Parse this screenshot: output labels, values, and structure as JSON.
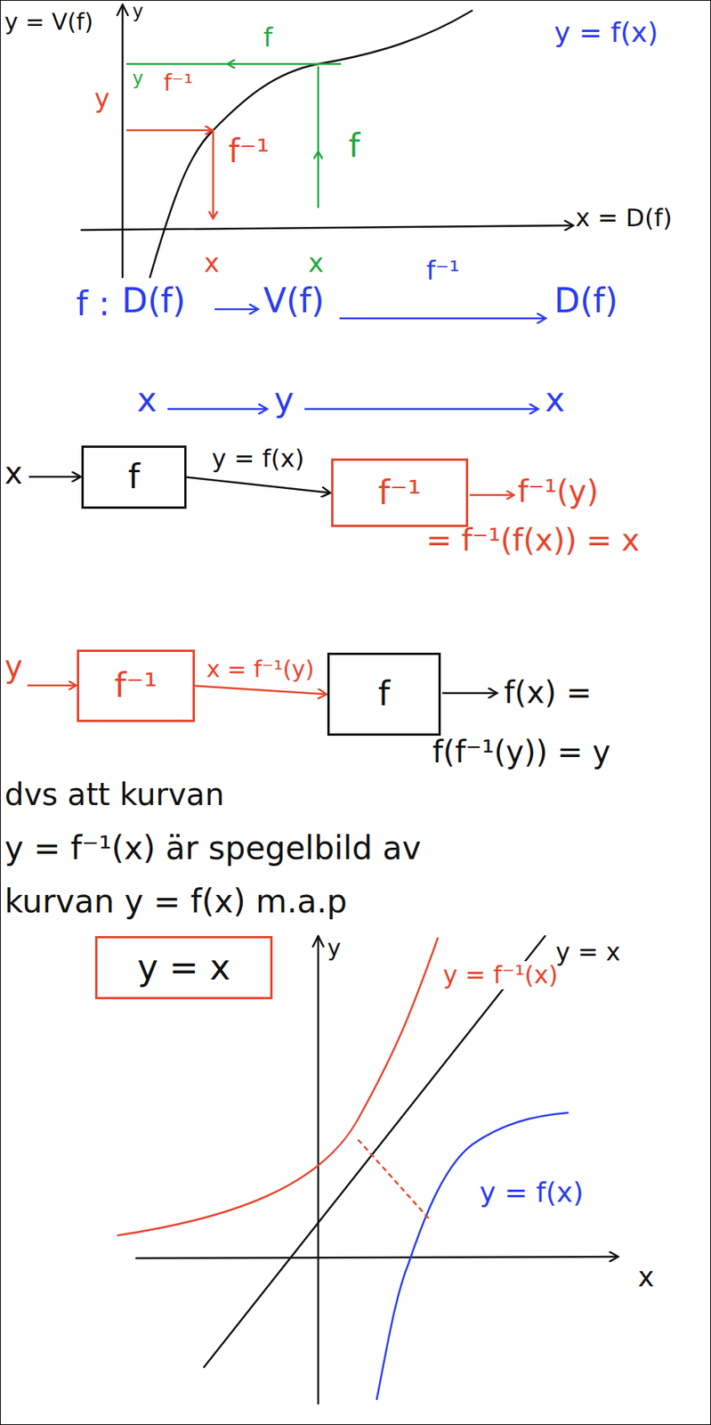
{
  "diagram": {
    "nodes": [
      {
        "text": [
          "f"
        ]
      },
      {
        "text": [
          "f⁻¹"
        ]
      },
      {
        "text": [
          "f⁻¹"
        ]
      },
      {
        "text": [
          "f"
        ]
      },
      {
        "text": [
          "y = x"
        ]
      }
    ],
    "edges": [
      {
        "from": 0,
        "to": 1,
        "arrow": "to",
        "label": "y = f(x)"
      },
      {
        "from": 2,
        "to": 3,
        "arrow": "to",
        "label": "x = f⁻¹(y)"
      }
    ],
    "labels": [
      "y = V(f)",
      "y",
      "f",
      "y",
      "y = f(x)",
      "f⁻¹",
      "y",
      "f⁻¹",
      "f",
      "x",
      "x",
      "x = D(f)",
      "f :",
      "D(f)",
      "V(f)",
      "f⁻¹",
      "D(f)",
      "x",
      "y",
      "x",
      "x",
      "f⁻¹(y)",
      "= f⁻¹(f(x)) = x",
      "y",
      "f(x) =",
      "f(f⁻¹(y)) = y",
      "dvs att kurvan",
      "y = f⁻¹(x) är spegelbild av",
      "kurvan y = f(x) m.a.p",
      "y",
      "y = f⁻¹(x)",
      "y = x",
      "y = f(x)",
      "x"
    ]
  }
}
